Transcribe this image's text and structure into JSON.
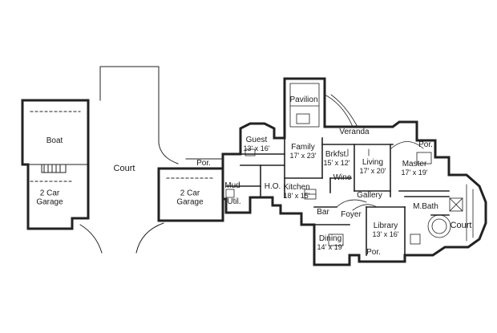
{
  "floorplan": {
    "rooms": {
      "boat": {
        "name": "Boat"
      },
      "garage_l": {
        "name": "2 Car",
        "name2": "Garage"
      },
      "garage_r": {
        "name": "2 Car",
        "name2": "Garage"
      },
      "court_c": {
        "name": "Court"
      },
      "court_r": {
        "name": "Court"
      },
      "por_l": {
        "name": "Por."
      },
      "mud": {
        "name": "Mud"
      },
      "util": {
        "name": "Util."
      },
      "guest": {
        "name": "Guest",
        "size": "13' x 16'"
      },
      "ho": {
        "name": "H.O."
      },
      "pavilion": {
        "name": "Pavilion"
      },
      "family": {
        "name": "Family",
        "size": "17' x 23'"
      },
      "brkfst": {
        "name": "Brkfst.",
        "size": "15' x 12'"
      },
      "veranda": {
        "name": "Veranda"
      },
      "kitchen": {
        "name": "Kitchen",
        "size": "18' x 15'"
      },
      "wine": {
        "name": "Wine"
      },
      "living": {
        "name": "Living",
        "size": "17' x 20'"
      },
      "master": {
        "name": "Master",
        "size": "17' x 19'"
      },
      "por_m": {
        "name": "Por."
      },
      "gallery": {
        "name": "Gallery"
      },
      "bar": {
        "name": "Bar"
      },
      "foyer": {
        "name": "Foyer"
      },
      "mbath": {
        "name": "M.Bath"
      },
      "library": {
        "name": "Library",
        "size": "13' x 16'"
      },
      "dining": {
        "name": "Dining",
        "size": "14' x 19'"
      },
      "por_b": {
        "name": "Por."
      }
    }
  }
}
